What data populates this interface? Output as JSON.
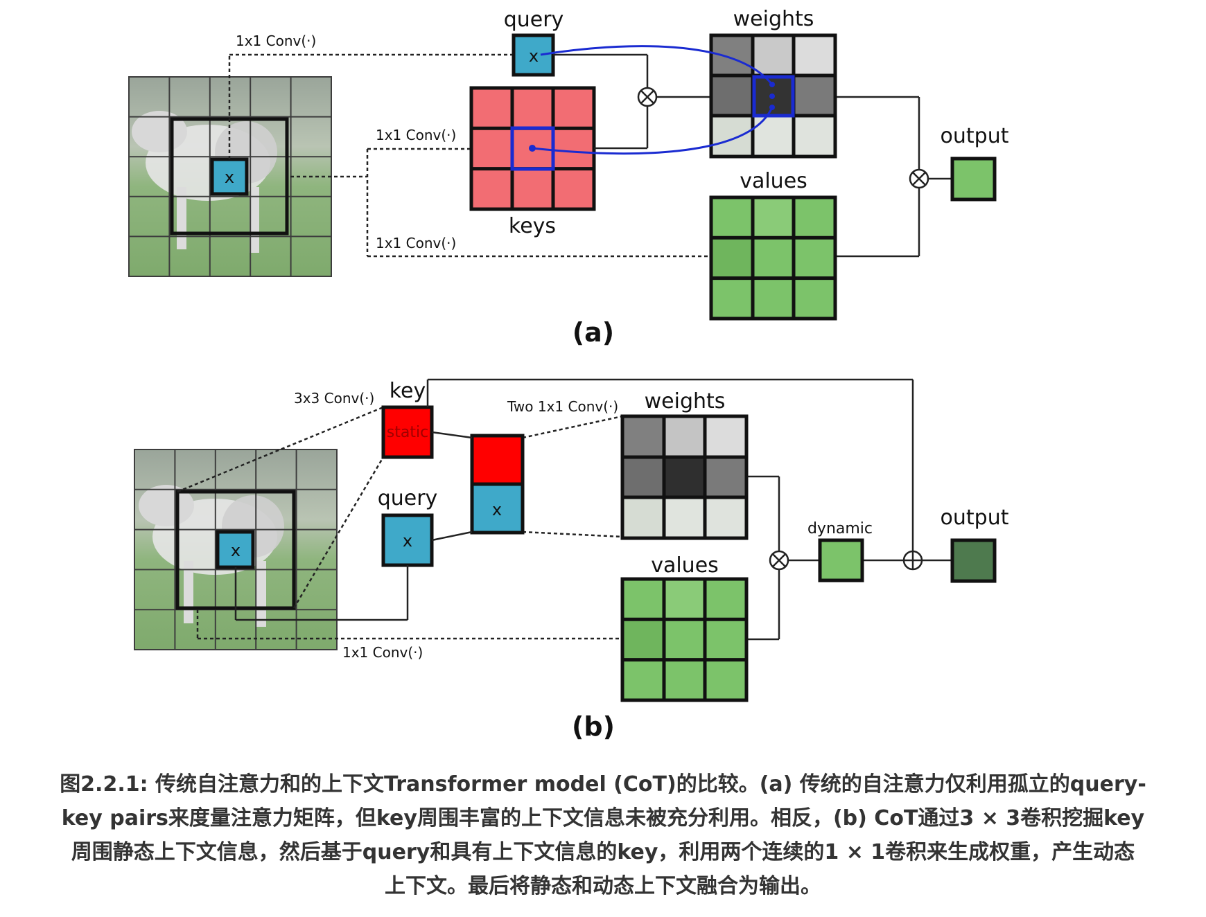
{
  "diagram_a": {
    "panel_label": "(a)",
    "query_label": "query",
    "keys_label": "keys",
    "weights_label": "weights",
    "values_label": "values",
    "output_label": "output",
    "conv_top": "1x1 Conv(·)",
    "conv_mid": "1x1 Conv(·)",
    "conv_bottom": "1x1 Conv(·)",
    "cell_x": "x",
    "query_x": "x"
  },
  "diagram_b": {
    "panel_label": "(b)",
    "key_label": "key",
    "static_label": "static",
    "query_label": "query",
    "weights_label": "weights",
    "values_label": "values",
    "dynamic_label": "dynamic",
    "output_label": "output",
    "conv_3x3": "3x3 Conv(·)",
    "conv_two": "Two 1x1 Conv(·)",
    "conv_bottom": "1x1 Conv(·)",
    "cell_x": "x",
    "query_x": "x",
    "stack_x": "x"
  },
  "caption": {
    "line1": "图2.2.1: 传统自注意力和的上下文Transformer model (CoT)的比较。(a) 传统的自注意力仅利用孤立的query-",
    "line2": "key pairs来度量注意力矩阵，但key周围丰富的上下文信息未被充分利用。相反，(b) CoT通过3 × 3卷积挖掘key",
    "line3": "周围静态上下文信息，然后基于query和具有上下文信息的key，利用两个连续的1 × 1卷积来生成权重，产生动态",
    "line4": "上下文。最后将静态和动态上下文融合为输出。"
  },
  "colors": {
    "query_blue": "#3fa9c9",
    "key_red": "#ff0000",
    "keys_pink": "#f26d73",
    "values_green": "#7cc36a",
    "output_dark_green": "#4e7a4e",
    "link_blue": "#1a2bd1"
  }
}
